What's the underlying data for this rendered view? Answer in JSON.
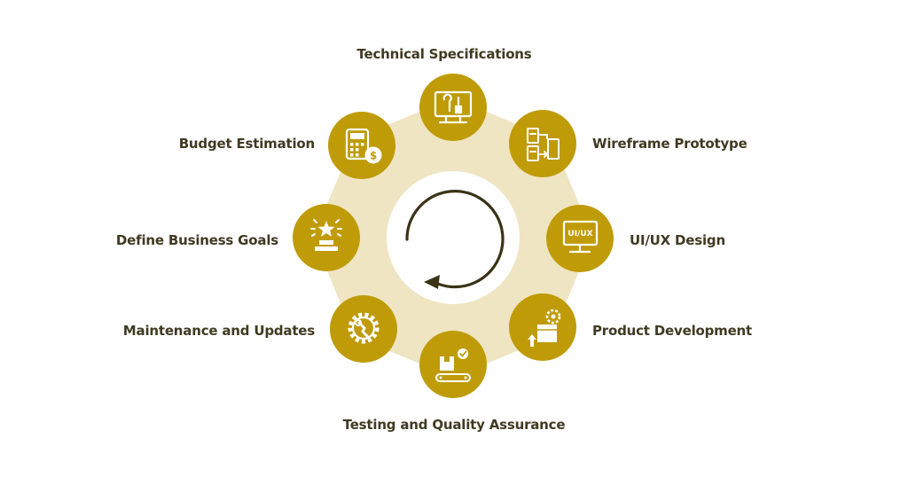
{
  "diagram": {
    "colors": {
      "gear": "#efe5c2",
      "node": "#bf9b08",
      "icon": "#ffffff",
      "arrow": "#3a3317",
      "label": "#3f3a22"
    },
    "center_icon": "cycle-arrow-icon",
    "steps": [
      {
        "label": "Technical Specifications",
        "icon": "tools-monitor-icon"
      },
      {
        "label": "Wireframe Prototype",
        "icon": "wireframe-flow-icon"
      },
      {
        "label": "UI/UX Design",
        "icon": "uiux-monitor-icon",
        "icon_text": "UI/UX"
      },
      {
        "label": "Product Development",
        "icon": "box-gear-upload-icon"
      },
      {
        "label": "Testing and Quality Assurance",
        "icon": "conveyor-check-icon"
      },
      {
        "label": "Maintenance and Updates",
        "icon": "gear-wrench-icon"
      },
      {
        "label": "Define Business Goals",
        "icon": "star-podium-icon"
      },
      {
        "label": "Budget Estimation",
        "icon": "calculator-dollar-icon"
      }
    ]
  }
}
